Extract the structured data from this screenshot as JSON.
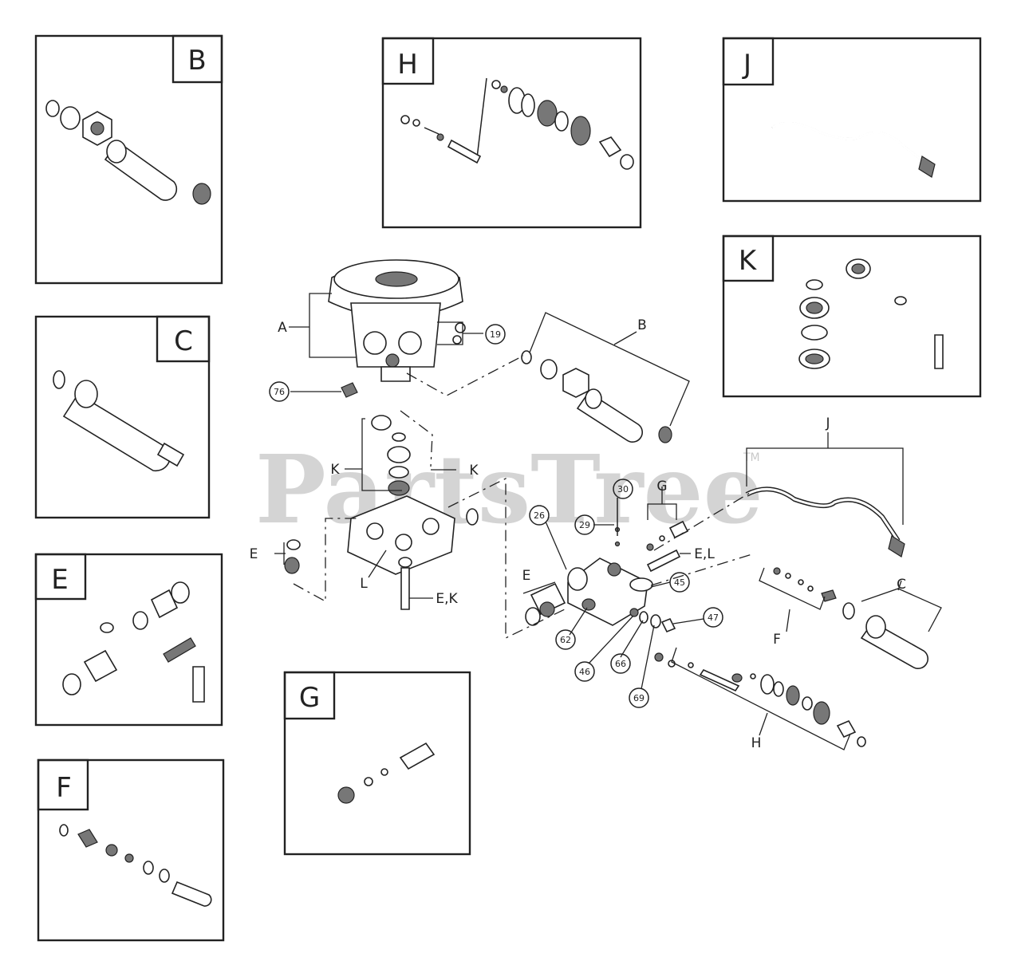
{
  "watermark": {
    "text": "PartsTree",
    "trademark": "TM"
  },
  "insets": {
    "B": "B",
    "C": "C",
    "E": "E",
    "F": "F",
    "G": "G",
    "H": "H",
    "J": "J",
    "K": "K"
  },
  "labels": {
    "A": "A",
    "B": "B",
    "C": "C",
    "E1": "E",
    "E2": "E",
    "EL": "E,L",
    "EK": "E,K",
    "F": "F",
    "G": "G",
    "H": "H",
    "J": "J",
    "K1": "K",
    "K2": "K",
    "L": "L"
  },
  "callouts": {
    "c19": "19",
    "c76": "76",
    "c26": "26",
    "c29": "29",
    "c30": "30",
    "c45": "45",
    "c47": "47",
    "c62": "62",
    "c46": "46",
    "c66": "66",
    "c69": "69"
  }
}
